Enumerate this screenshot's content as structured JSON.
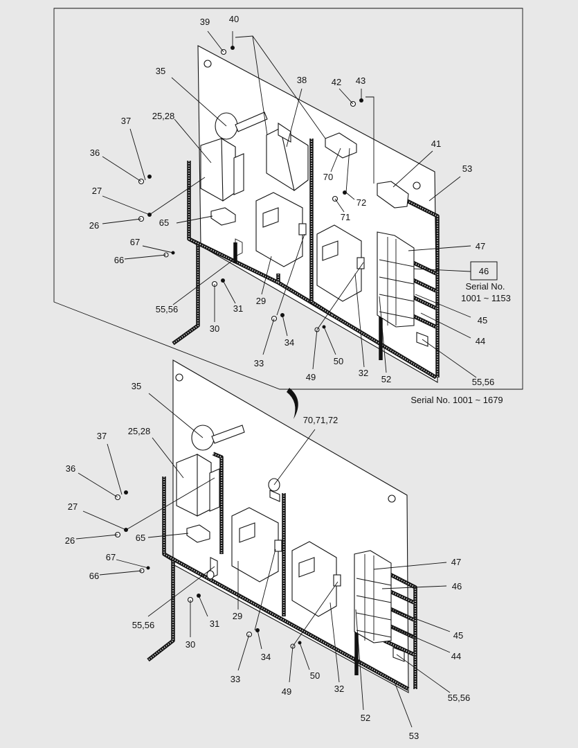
{
  "top_view": {
    "serial_caption": "Serial No. 1001 ~ 1679",
    "inset_note_line1": "Serial No.",
    "inset_note_line2": "1001 ~ 1153",
    "callouts": {
      "c39": "39",
      "c40": "40",
      "c35": "35",
      "c38": "38",
      "c42": "42",
      "c43": "43",
      "c37": "37",
      "c2528": "25,28",
      "c41": "41",
      "c36": "36",
      "c53": "53",
      "c70": "70",
      "c27": "27",
      "c72": "72",
      "c71": "71",
      "c26": "26",
      "c65": "65",
      "c67": "67",
      "c47": "47",
      "c66": "66",
      "c46": "46",
      "c29": "29",
      "c31": "31",
      "c5556": "55,56",
      "c45": "45",
      "c30": "30",
      "c34": "34",
      "c44": "44",
      "c33": "33",
      "c50": "50",
      "c49": "49",
      "c32": "32",
      "c52": "52",
      "c5556b": "55,56"
    }
  },
  "bottom_view": {
    "callouts": {
      "c35": "35",
      "c707172": "70,71,72",
      "c37": "37",
      "c2528": "25,28",
      "c36": "36",
      "c27": "27",
      "c26": "26",
      "c65": "65",
      "c67": "67",
      "c66": "66",
      "c47": "47",
      "c46": "46",
      "c5556": "55,56",
      "c29": "29",
      "c31": "31",
      "c30": "30",
      "c45": "45",
      "c34": "34",
      "c44": "44",
      "c33": "33",
      "c50": "50",
      "c49": "49",
      "c32": "32",
      "c5556b": "55,56",
      "c52": "52",
      "c53": "53"
    }
  }
}
